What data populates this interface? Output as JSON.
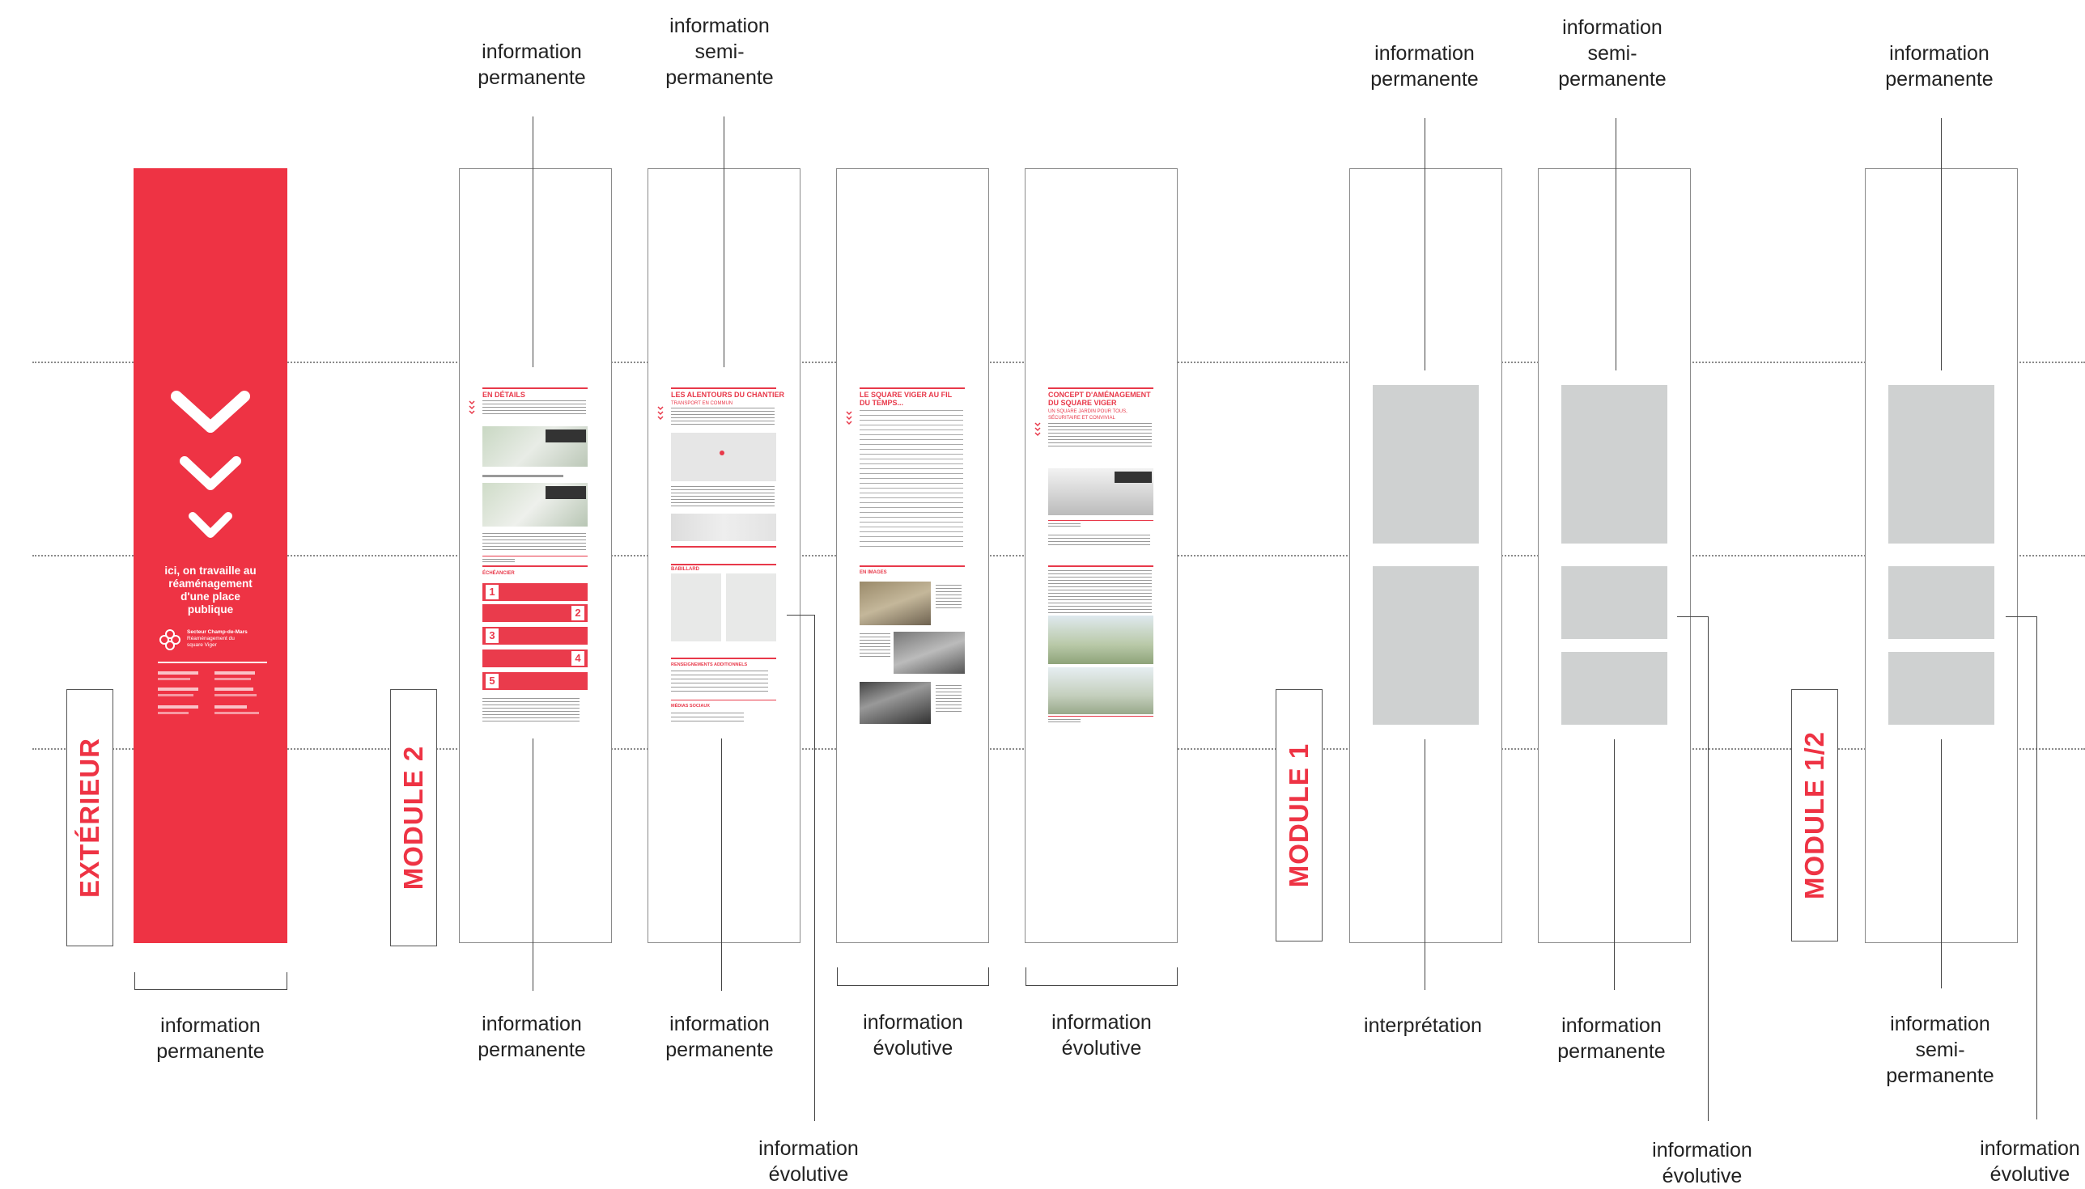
{
  "colors": {
    "accent": "#ee3344",
    "placeholder": "#cfd1d1",
    "line": "#444444"
  },
  "modules": {
    "exterieur": "EXTÉRIEUR",
    "module2": "MODULE 2",
    "module1": "MODULE 1",
    "module_half": "MODULE 1/2"
  },
  "exterior_panel": {
    "headline": [
      "ici, on travaille au",
      "réaménagement",
      "d'une place",
      "publique"
    ],
    "icons": [
      "chevron-down-icon",
      "montreal-flower-logo"
    ],
    "logo_text": [
      "Secteur Champ-de-Mars",
      "Réaménagement du",
      "square Viger"
    ]
  },
  "top_labels": {
    "m2_p1": [
      "information",
      "permanente"
    ],
    "m2_p2": [
      "information",
      "semi-",
      "permanente"
    ],
    "m1_p1": [
      "information",
      "permanente"
    ],
    "m1_p2": [
      "information",
      "semi-",
      "permanente"
    ],
    "mh_p1": [
      "information",
      "permanente"
    ]
  },
  "bottom_labels": {
    "ext": [
      "information",
      "permanente"
    ],
    "m2_p1": [
      "information",
      "permanente"
    ],
    "m2_p2": [
      "information",
      "permanente"
    ],
    "m2_p3": [
      "information",
      "évolutive"
    ],
    "m2_p4": [
      "information",
      "évolutive"
    ],
    "m2_evol": [
      "information",
      "évolutive"
    ],
    "m1_p1": [
      "interprétation"
    ],
    "m1_p2": [
      "information",
      "permanente"
    ],
    "m1_evol": [
      "information",
      "évolutive"
    ],
    "mh_p1": [
      "information",
      "semi-",
      "permanente"
    ],
    "mh_evol": [
      "information",
      "évolutive"
    ]
  },
  "panel_titles": {
    "p1": "EN DÉTAILS",
    "p1_cal": "ÉCHÉANCIER",
    "p2": "LES ALENTOURS DU CHANTIER",
    "p2_sub": "TRANSPORT EN COMMUN",
    "p2_b": "BABILLARD",
    "p2_c": "RENSEIGNEMENTS ADDITIONNELS",
    "p2_d": "MÉDIAS SOCIAUX",
    "p3": [
      "LE SQUARE VIGER AU FIL",
      "DU TEMPS..."
    ],
    "p3_b": "EN IMAGES",
    "p4": [
      "CONCEPT D'AMÉNAGEMENT",
      "DU SQUARE VIGER"
    ],
    "p4_sub": [
      "UN SQUARE JARDIN POUR TOUS,",
      "SÉCURITAIRE ET CONVIVIAL"
    ]
  },
  "steps": [
    "1",
    "2",
    "3",
    "4",
    "5"
  ]
}
